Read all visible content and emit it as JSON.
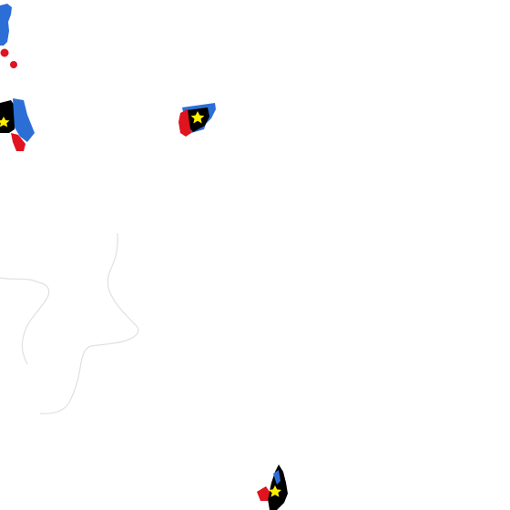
{
  "map": {
    "background": "#ffffff",
    "boundary_color": "#e0e0e0",
    "marker_colors": {
      "black": "#000000",
      "blue": "#2b6fd6",
      "red": "#e0141e",
      "star": "#ffee00"
    },
    "markers": [
      {
        "name": "marker-top-left-edge",
        "icon": "flag-star-marker",
        "colors": [
          "blue",
          "red"
        ]
      },
      {
        "name": "marker-left-edge",
        "icon": "flag-star-marker",
        "colors": [
          "black",
          "blue",
          "red",
          "star"
        ]
      },
      {
        "name": "marker-upper-center",
        "icon": "flag-star-marker",
        "colors": [
          "black",
          "blue",
          "red",
          "star"
        ]
      },
      {
        "name": "marker-bottom-center",
        "icon": "flag-star-marker",
        "colors": [
          "black",
          "blue",
          "red",
          "star"
        ]
      }
    ]
  }
}
